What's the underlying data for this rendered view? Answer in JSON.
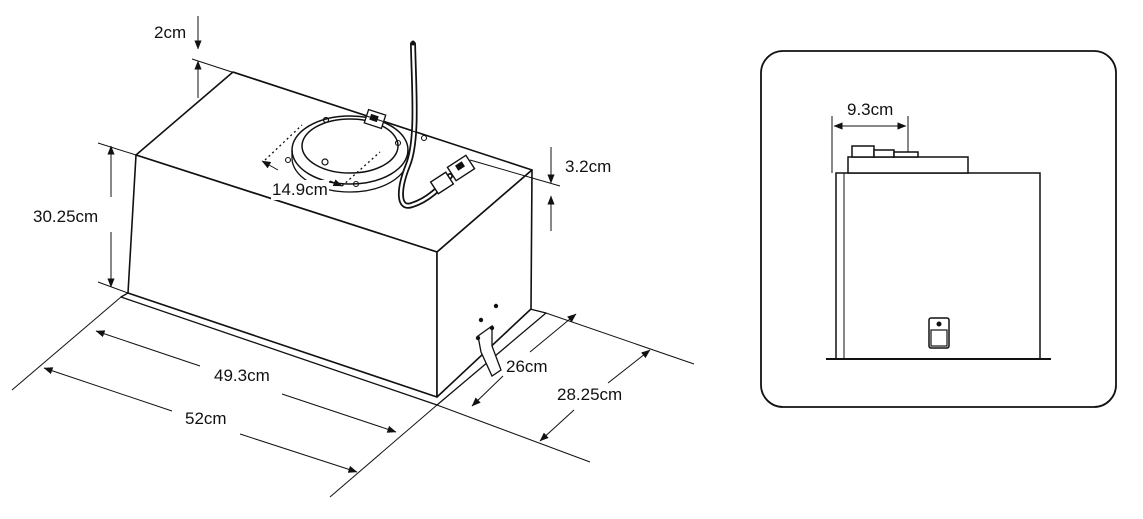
{
  "dimensions": {
    "top_clearance": "2cm",
    "height": "30.25cm",
    "collar_offset": "14.9cm",
    "connector_height": "3.2cm",
    "inner_width": "49.3cm",
    "outer_width": "52cm",
    "inner_depth": "26cm",
    "outer_depth": "28.25cm",
    "side_view_offset": "9.3cm"
  },
  "colors": {
    "line": "#111111",
    "background": "#ffffff",
    "fill": "#ffffff"
  },
  "icons": {
    "duct_collar": "duct-collar-icon",
    "power_cable": "power-cable-icon",
    "connector": "connector-icon",
    "filter_handle": "filter-handle-icon"
  }
}
